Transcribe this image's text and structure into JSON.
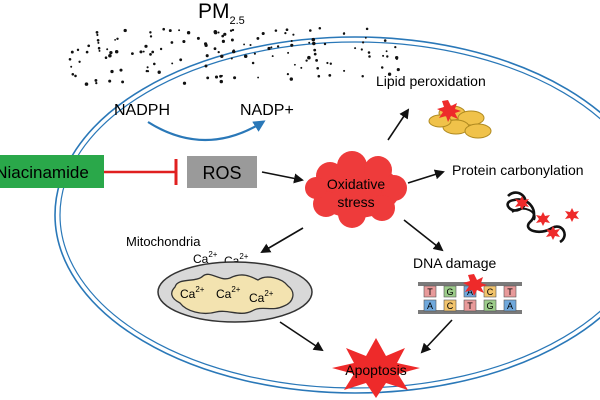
{
  "colors": {
    "membrane": "#2a78b8",
    "inhibitor_box": "#2aa84a",
    "inhibitor_line": "#e02020",
    "ros_box": "#9a9a9a",
    "stress_cloud": "#ee3b3b",
    "apoptosis_star": "#ee2a2a",
    "lipid_fill": "#f0c24a",
    "mito_fill": "#f3e3b0",
    "mito_outer": "#d8d8d8"
  },
  "labels": {
    "pm_main": "PM",
    "pm_sub": "2.5",
    "nadph": "NADPH",
    "nadp": "NADP+",
    "inhibitor": "Niacinamide",
    "ros": "ROS",
    "stress_line1": "Oxidative",
    "stress_line2": "stress",
    "lipid": "Lipid peroxidation",
    "protein": "Protein carbonylation",
    "mitochondria": "Mitochondria",
    "ca_text": "Ca",
    "ca_charge": "2+",
    "dna": "DNA damage",
    "apoptosis": "Apoptosis"
  },
  "dna_bases": {
    "top": [
      "T",
      "G",
      "A",
      "C",
      "T"
    ],
    "bottom": [
      "A",
      "C",
      "T",
      "G",
      "A"
    ]
  },
  "icons": [
    "pm25-particles",
    "nadph-curved-arrow",
    "inhibition-bar",
    "lipid-droplets",
    "protein-aggregate",
    "mitochondrion",
    "dna-strand",
    "apoptosis-burst"
  ]
}
